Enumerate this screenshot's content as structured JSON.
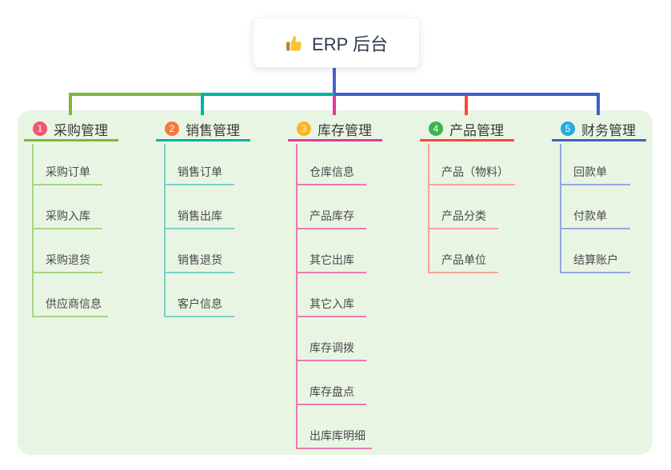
{
  "root": {
    "label": "ERP 后台",
    "icon": "thumbs-up-icon"
  },
  "colors": {
    "panel_bg": "#e9f5e3",
    "root_line": "#4a63c9",
    "root_text": "#2f3a4f",
    "title_text": "#3a3a3a",
    "child_text": "#4a4a4a",
    "thumb_main": "#f7c331",
    "thumb_cuff": "#c8852c"
  },
  "branches": [
    {
      "badge": "1",
      "title": "采购管理",
      "badge_color": "#f3566e",
      "line_color": "#7cb93e",
      "child_line_color": "#a8d57f",
      "children": [
        "采购订单",
        "采购入库",
        "采购退货",
        "供应商信息"
      ]
    },
    {
      "badge": "2",
      "title": "销售管理",
      "badge_color": "#f4793b",
      "line_color": "#00b3a4",
      "child_line_color": "#79d2c8",
      "children": [
        "销售订单",
        "销售出库",
        "销售退货",
        "客户信息"
      ]
    },
    {
      "badge": "3",
      "title": "库存管理",
      "badge_color": "#ffb321",
      "line_color": "#e13a97",
      "child_line_color": "#ef79b2",
      "children": [
        "仓库信息",
        "产品库存",
        "其它出库",
        "其它入库",
        "库存调拨",
        "库存盘点",
        "出库库明细"
      ]
    },
    {
      "badge": "4",
      "title": "产品管理",
      "badge_color": "#3bb54a",
      "line_color": "#f8493c",
      "child_line_color": "#f9a29a",
      "children": [
        "产品（物料）",
        "产品分类",
        "产品单位"
      ]
    },
    {
      "badge": "5",
      "title": "财务管理",
      "badge_color": "#29a8e0",
      "line_color": "#3e61c6",
      "child_line_color": "#93a9de",
      "children": [
        "回款单",
        "付款单",
        "结算账户"
      ]
    }
  ]
}
